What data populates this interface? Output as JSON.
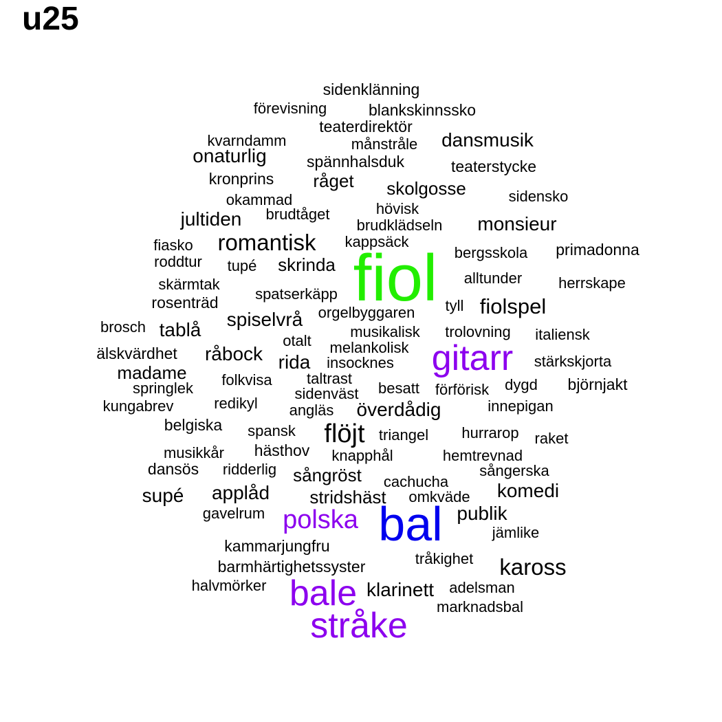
{
  "panel_label": "u25",
  "chart_data": {
    "type": "wordcloud",
    "colors": {
      "default": "#000000",
      "purple": "#8c00ee",
      "green": "#22ee00",
      "blue": "#0000ee"
    },
    "words": [
      {
        "text": "fiol",
        "size": 6,
        "color": "#22ee00"
      },
      {
        "text": "bal",
        "size": 5,
        "color": "#0000ee"
      },
      {
        "text": "gitarr",
        "size": 4,
        "color": "#8c00ee"
      },
      {
        "text": "stråke",
        "size": 4,
        "color": "#8c00ee"
      },
      {
        "text": "bale",
        "size": 4,
        "color": "#8c00ee"
      },
      {
        "text": "polska",
        "size": 3,
        "color": "#8c00ee"
      },
      {
        "text": "flöjt",
        "size": 3,
        "color": "#000000"
      },
      {
        "text": "romantisk",
        "size": 2.4,
        "color": "#000000"
      },
      {
        "text": "kaross",
        "size": 2.4,
        "color": "#000000"
      },
      {
        "text": "fiolspel",
        "size": 2.2,
        "color": "#000000"
      },
      {
        "text": "dansmusik",
        "size": 2,
        "color": "#000000"
      },
      {
        "text": "onaturlig",
        "size": 2,
        "color": "#000000"
      },
      {
        "text": "råbock",
        "size": 2,
        "color": "#000000"
      },
      {
        "text": "rida",
        "size": 2,
        "color": "#000000"
      },
      {
        "text": "supé",
        "size": 2,
        "color": "#000000"
      },
      {
        "text": "applåd",
        "size": 2,
        "color": "#000000"
      },
      {
        "text": "komedi",
        "size": 2,
        "color": "#000000"
      },
      {
        "text": "spiselvrå",
        "size": 2,
        "color": "#000000"
      },
      {
        "text": "tablå",
        "size": 2,
        "color": "#000000"
      },
      {
        "text": "monsieur",
        "size": 2,
        "color": "#000000"
      },
      {
        "text": "överdådig",
        "size": 2,
        "color": "#000000"
      },
      {
        "text": "klarinett",
        "size": 2,
        "color": "#000000"
      },
      {
        "text": "publik",
        "size": 2,
        "color": "#000000"
      },
      {
        "text": "jultiden",
        "size": 2,
        "color": "#000000"
      },
      {
        "text": "råget",
        "size": 1.8,
        "color": "#000000"
      },
      {
        "text": "skolgosse",
        "size": 1.8,
        "color": "#000000"
      },
      {
        "text": "skrinda",
        "size": 1.8,
        "color": "#000000"
      },
      {
        "text": "stridshäst",
        "size": 1.8,
        "color": "#000000"
      },
      {
        "text": "sångröst",
        "size": 1.8,
        "color": "#000000"
      },
      {
        "text": "madame",
        "size": 1.8,
        "color": "#000000"
      },
      {
        "text": "teaterstycke",
        "size": 1.6,
        "color": "#000000"
      },
      {
        "text": "primadonna",
        "size": 1.6,
        "color": "#000000"
      },
      {
        "text": "kammarjungfru",
        "size": 1.6,
        "color": "#000000"
      },
      {
        "text": "barmhärtighetssyster",
        "size": 1.6,
        "color": "#000000"
      },
      {
        "text": "spännhalsduk",
        "size": 1.6,
        "color": "#000000"
      },
      {
        "text": "kronprins",
        "size": 1.6,
        "color": "#000000"
      },
      {
        "text": "teaterdirektör",
        "size": 1.6,
        "color": "#000000"
      },
      {
        "text": "blankskinnssko",
        "size": 1.6,
        "color": "#000000"
      },
      {
        "text": "sidenklänning",
        "size": 1.6,
        "color": "#000000"
      },
      {
        "text": "förevisning",
        "size": 1.5,
        "color": "#000000"
      },
      {
        "text": "kvarndamm",
        "size": 1.5,
        "color": "#000000"
      },
      {
        "text": "månstråle",
        "size": 1.5,
        "color": "#000000"
      },
      {
        "text": "okammad",
        "size": 1.5,
        "color": "#000000"
      },
      {
        "text": "hövisk",
        "size": 1.5,
        "color": "#000000"
      },
      {
        "text": "sidensko",
        "size": 1.5,
        "color": "#000000"
      },
      {
        "text": "brudtåget",
        "size": 1.5,
        "color": "#000000"
      },
      {
        "text": "brudklädseln",
        "size": 1.5,
        "color": "#000000"
      },
      {
        "text": "kappsäck",
        "size": 1.5,
        "color": "#000000"
      },
      {
        "text": "bergsskola",
        "size": 1.5,
        "color": "#000000"
      },
      {
        "text": "fiasko",
        "size": 1.5,
        "color": "#000000"
      },
      {
        "text": "roddtur",
        "size": 1.5,
        "color": "#000000"
      },
      {
        "text": "tupé",
        "size": 1.5,
        "color": "#000000"
      },
      {
        "text": "alltunder",
        "size": 1.5,
        "color": "#000000"
      },
      {
        "text": "herrskape",
        "size": 1.5,
        "color": "#000000"
      },
      {
        "text": "skärmtak",
        "size": 1.5,
        "color": "#000000"
      },
      {
        "text": "spatserkäpp",
        "size": 1.5,
        "color": "#000000"
      },
      {
        "text": "rosenträd",
        "size": 1.6,
        "color": "#000000"
      },
      {
        "text": "tyll",
        "size": 1.5,
        "color": "#000000"
      },
      {
        "text": "orgelbyggaren",
        "size": 1.5,
        "color": "#000000"
      },
      {
        "text": "brosch",
        "size": 1.5,
        "color": "#000000"
      },
      {
        "text": "musikalisk",
        "size": 1.5,
        "color": "#000000"
      },
      {
        "text": "trolovning",
        "size": 1.5,
        "color": "#000000"
      },
      {
        "text": "italiensk",
        "size": 1.5,
        "color": "#000000"
      },
      {
        "text": "otalt",
        "size": 1.5,
        "color": "#000000"
      },
      {
        "text": "melankolisk",
        "size": 1.5,
        "color": "#000000"
      },
      {
        "text": "älskvärdhet",
        "size": 1.6,
        "color": "#000000"
      },
      {
        "text": "insocknes",
        "size": 1.5,
        "color": "#000000"
      },
      {
        "text": "stärkskjorta",
        "size": 1.5,
        "color": "#000000"
      },
      {
        "text": "folkvisa",
        "size": 1.5,
        "color": "#000000"
      },
      {
        "text": "taltrast",
        "size": 1.5,
        "color": "#000000"
      },
      {
        "text": "springlek",
        "size": 1.5,
        "color": "#000000"
      },
      {
        "text": "besatt",
        "size": 1.5,
        "color": "#000000"
      },
      {
        "text": "förförisk",
        "size": 1.5,
        "color": "#000000"
      },
      {
        "text": "dygd",
        "size": 1.5,
        "color": "#000000"
      },
      {
        "text": "björnjakt",
        "size": 1.6,
        "color": "#000000"
      },
      {
        "text": "sidenväst",
        "size": 1.5,
        "color": "#000000"
      },
      {
        "text": "kungabrev",
        "size": 1.5,
        "color": "#000000"
      },
      {
        "text": "redikyl",
        "size": 1.5,
        "color": "#000000"
      },
      {
        "text": "angläs",
        "size": 1.5,
        "color": "#000000"
      },
      {
        "text": "innepigan",
        "size": 1.5,
        "color": "#000000"
      },
      {
        "text": "belgiska",
        "size": 1.6,
        "color": "#000000"
      },
      {
        "text": "spansk",
        "size": 1.5,
        "color": "#000000"
      },
      {
        "text": "triangel",
        "size": 1.5,
        "color": "#000000"
      },
      {
        "text": "hurrarop",
        "size": 1.5,
        "color": "#000000"
      },
      {
        "text": "raket",
        "size": 1.5,
        "color": "#000000"
      },
      {
        "text": "hästhov",
        "size": 1.6,
        "color": "#000000"
      },
      {
        "text": "musikkår",
        "size": 1.5,
        "color": "#000000"
      },
      {
        "text": "knapphål",
        "size": 1.5,
        "color": "#000000"
      },
      {
        "text": "hemtrevnad",
        "size": 1.5,
        "color": "#000000"
      },
      {
        "text": "dansös",
        "size": 1.6,
        "color": "#000000"
      },
      {
        "text": "ridderlig",
        "size": 1.5,
        "color": "#000000"
      },
      {
        "text": "sångerska",
        "size": 1.5,
        "color": "#000000"
      },
      {
        "text": "cachucha",
        "size": 1.5,
        "color": "#000000"
      },
      {
        "text": "omkväde",
        "size": 1.5,
        "color": "#000000"
      },
      {
        "text": "gavelrum",
        "size": 1.5,
        "color": "#000000"
      },
      {
        "text": "jämlike",
        "size": 1.5,
        "color": "#000000"
      },
      {
        "text": "tråkighet",
        "size": 1.5,
        "color": "#000000"
      },
      {
        "text": "halvmörker",
        "size": 1.5,
        "color": "#000000"
      },
      {
        "text": "adelsman",
        "size": 1.5,
        "color": "#000000"
      },
      {
        "text": "marknadsbal",
        "size": 1.5,
        "color": "#000000"
      }
    ]
  }
}
